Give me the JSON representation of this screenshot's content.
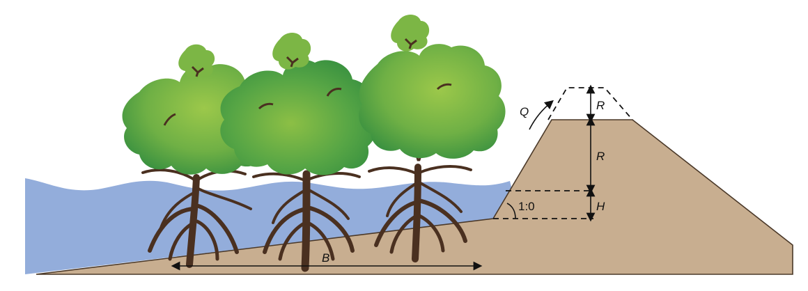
{
  "diagram": {
    "labels": {
      "overtopping": "Q",
      "run_up_upper": "R",
      "run_up_lower": "R",
      "wave_height": "H",
      "slope": "1:0",
      "forest_width": "B"
    },
    "colors": {
      "water": "#93addb",
      "soil": "#c8ae90",
      "soil_edge": "#4a3828",
      "root": "#4a3020",
      "canopy_light": "#8cbf45",
      "canopy_dark": "#3a9140",
      "line": "#111111"
    },
    "elements": [
      "mangrove-tree-1",
      "mangrove-tree-2",
      "mangrove-tree-3",
      "water",
      "foreshore-slope",
      "dike"
    ]
  }
}
